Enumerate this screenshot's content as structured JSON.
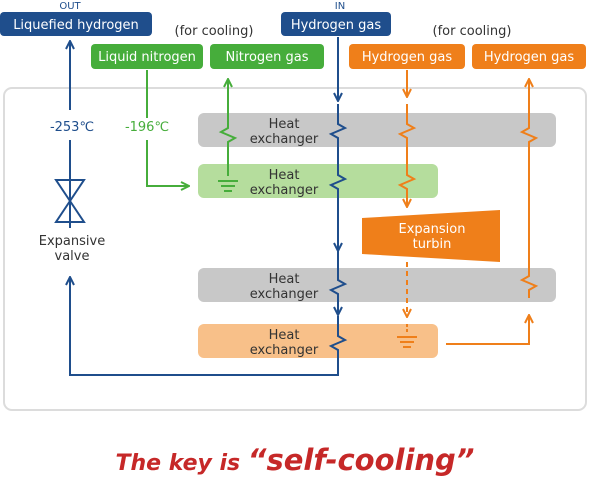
{
  "labels": {
    "out": "OUT",
    "in": "IN",
    "for_cooling_1": "(for cooling)",
    "for_cooling_2": "(for cooling)",
    "liquefied_hydrogen": "Liquefied hydrogen",
    "liquid_nitrogen": "Liquid nitrogen",
    "nitrogen_gas": "Nitrogen gas",
    "hydrogen_gas_in": "Hydrogen gas",
    "hydrogen_gas_cool_a": "Hydrogen gas",
    "hydrogen_gas_cool_b": "Hydrogen gas",
    "temp_253": "-253℃",
    "temp_196": "-196℃",
    "expansive_valve_1": "Expansive",
    "expansive_valve_2": "valve",
    "heat": "Heat",
    "exchanger": "exchanger",
    "expansion_1": "Expansion",
    "expansion_2": "turbin"
  },
  "caption": {
    "prefix": "The key is ",
    "emphasis": "“self-cooling”"
  },
  "colors": {
    "navy": "#1f4e8c",
    "green": "#46ad3b",
    "orange": "#ef7f1a",
    "gray_box": "#c8c8c8",
    "green_box": "#b5dd9d",
    "orange_box": "#f8c089",
    "frame": "#dcdcdc",
    "caption_red": "#c62828"
  }
}
